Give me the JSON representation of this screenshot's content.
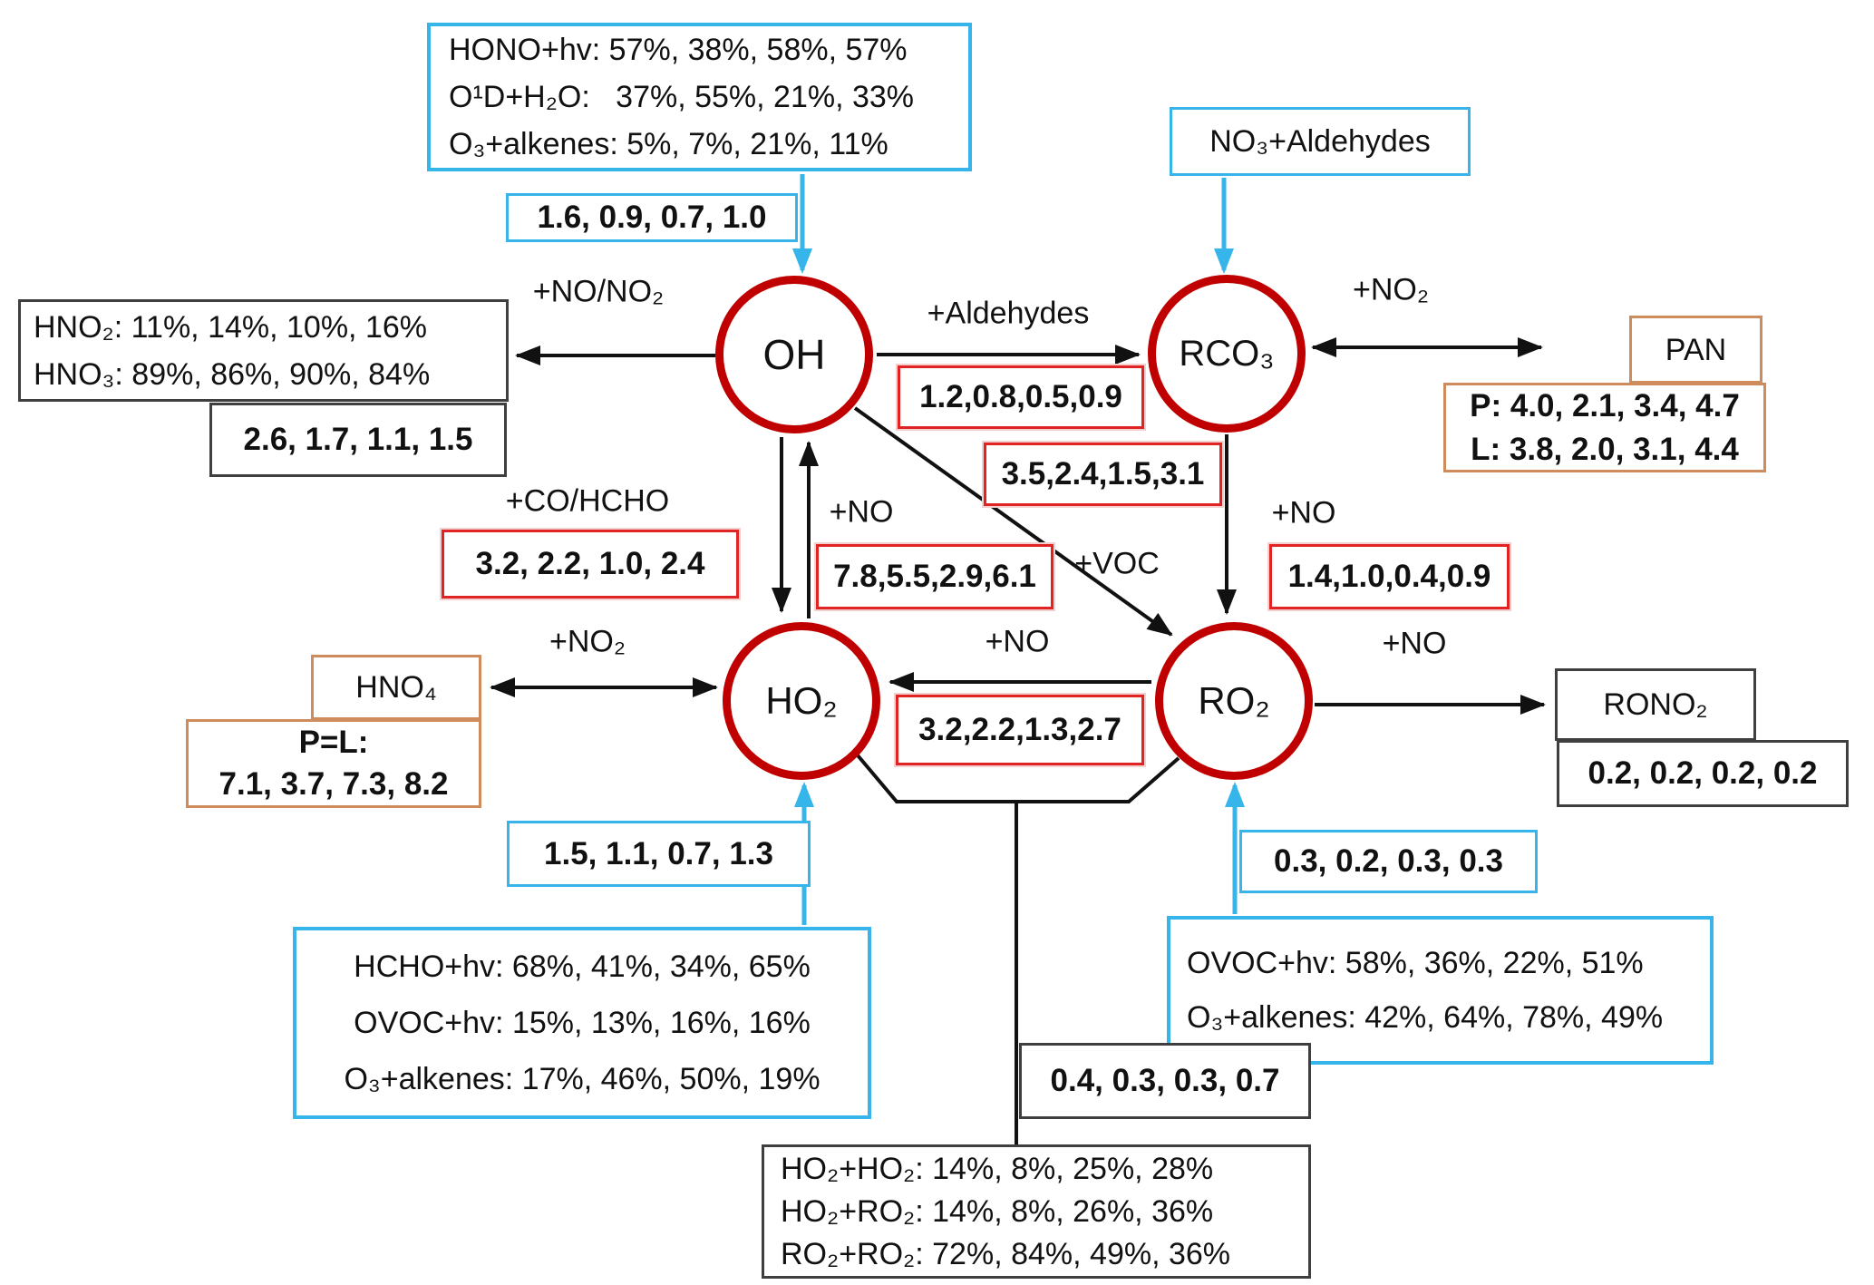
{
  "diagram": {
    "nodes": {
      "oh": "OH",
      "rco3": "RCO₃",
      "ho2": "HO₂",
      "ro2": "RO₂"
    },
    "colors": {
      "cyan": "#35B5E9",
      "red_box": "#E02424",
      "node_red": "#C00000",
      "orange": "#CE8B5B",
      "gray": "#3F3F3F",
      "black": "#111111"
    },
    "sources": {
      "oh_box": {
        "lines": [
          "HONO+hv: 57%, 38%, 58%, 57%",
          "O¹D+H₂O:   37%, 55%, 21%, 33%",
          "O₃+alkenes: 5%, 7%, 21%, 11%"
        ],
        "rate": "1.6, 0.9, 0.7, 1.0"
      },
      "rco3_box": {
        "label": "NO₃+Aldehydes"
      },
      "ho2_box": {
        "lines": [
          "HCHO+hv: 68%, 41%, 34%, 65%",
          "OVOC+hv: 15%, 13%, 16%, 16%",
          "O₃+alkenes: 17%, 46%, 50%, 19%"
        ],
        "rate": "1.5, 1.1, 0.7, 1.3"
      },
      "ro2_box": {
        "lines": [
          "OVOC+hv: 58%, 36%, 22%, 51%",
          "O₃+alkenes: 42%, 64%, 78%, 49%"
        ],
        "rate": "0.3, 0.2, 0.3, 0.3"
      }
    },
    "sinks": {
      "hno": {
        "lines": [
          "HNO₂: 11%, 14%, 10%, 16%",
          "HNO₃: 89%, 86%, 90%, 84%"
        ],
        "rate": "2.6, 1.7, 1.1, 1.5"
      },
      "pan": {
        "label": "PAN",
        "p": "P: 4.0, 2.1, 3.4, 4.7",
        "l": "L: 3.8, 2.0, 3.1, 4.4"
      },
      "hno4": {
        "label": "HNO₄",
        "pl_title": "P=L:",
        "pl": "7.1, 3.7, 7.3, 8.2"
      },
      "rono2": {
        "label": "RONO₂",
        "rate": "0.2, 0.2, 0.2, 0.2"
      },
      "termination": {
        "rate": "0.4, 0.3, 0.3, 0.7",
        "lines": [
          "HO₂+HO₂: 14%, 8%, 25%, 28%",
          "HO₂+RO₂: 14%, 8%, 26%, 36%",
          "RO₂+RO₂: 72%, 84%, 49%, 36%"
        ]
      }
    },
    "fluxes": {
      "oh_to_rco3": {
        "rate": "1.2,0.8,0.5,0.9"
      },
      "oh_to_ro2": {
        "rate": "3.5,2.4,1.5,3.1"
      },
      "oh_to_ho2": {
        "rate": "3.2, 2.2, 1.0, 2.4"
      },
      "ho2_to_oh": {
        "rate": "7.8,5.5,2.9,6.1"
      },
      "rco3_to_ro2": {
        "rate": "1.4,1.0,0.4,0.9"
      },
      "ro2_to_ho2": {
        "rate": "3.2,2.2,1.3,2.7"
      }
    },
    "reagents": {
      "oh_to_hno": "+NO/NO₂",
      "oh_to_rco3": "+Aldehydes",
      "rco3_to_pan": "+NO₂",
      "oh_to_ho2": "+CO/HCHO",
      "ho2_to_oh": "+NO",
      "oh_to_ro2": "+VOC",
      "rco3_to_ro2": "+NO",
      "ho2_to_hno4": "+NO₂",
      "ro2_to_ho2": "+NO",
      "ro2_to_rono2": "+NO"
    }
  }
}
